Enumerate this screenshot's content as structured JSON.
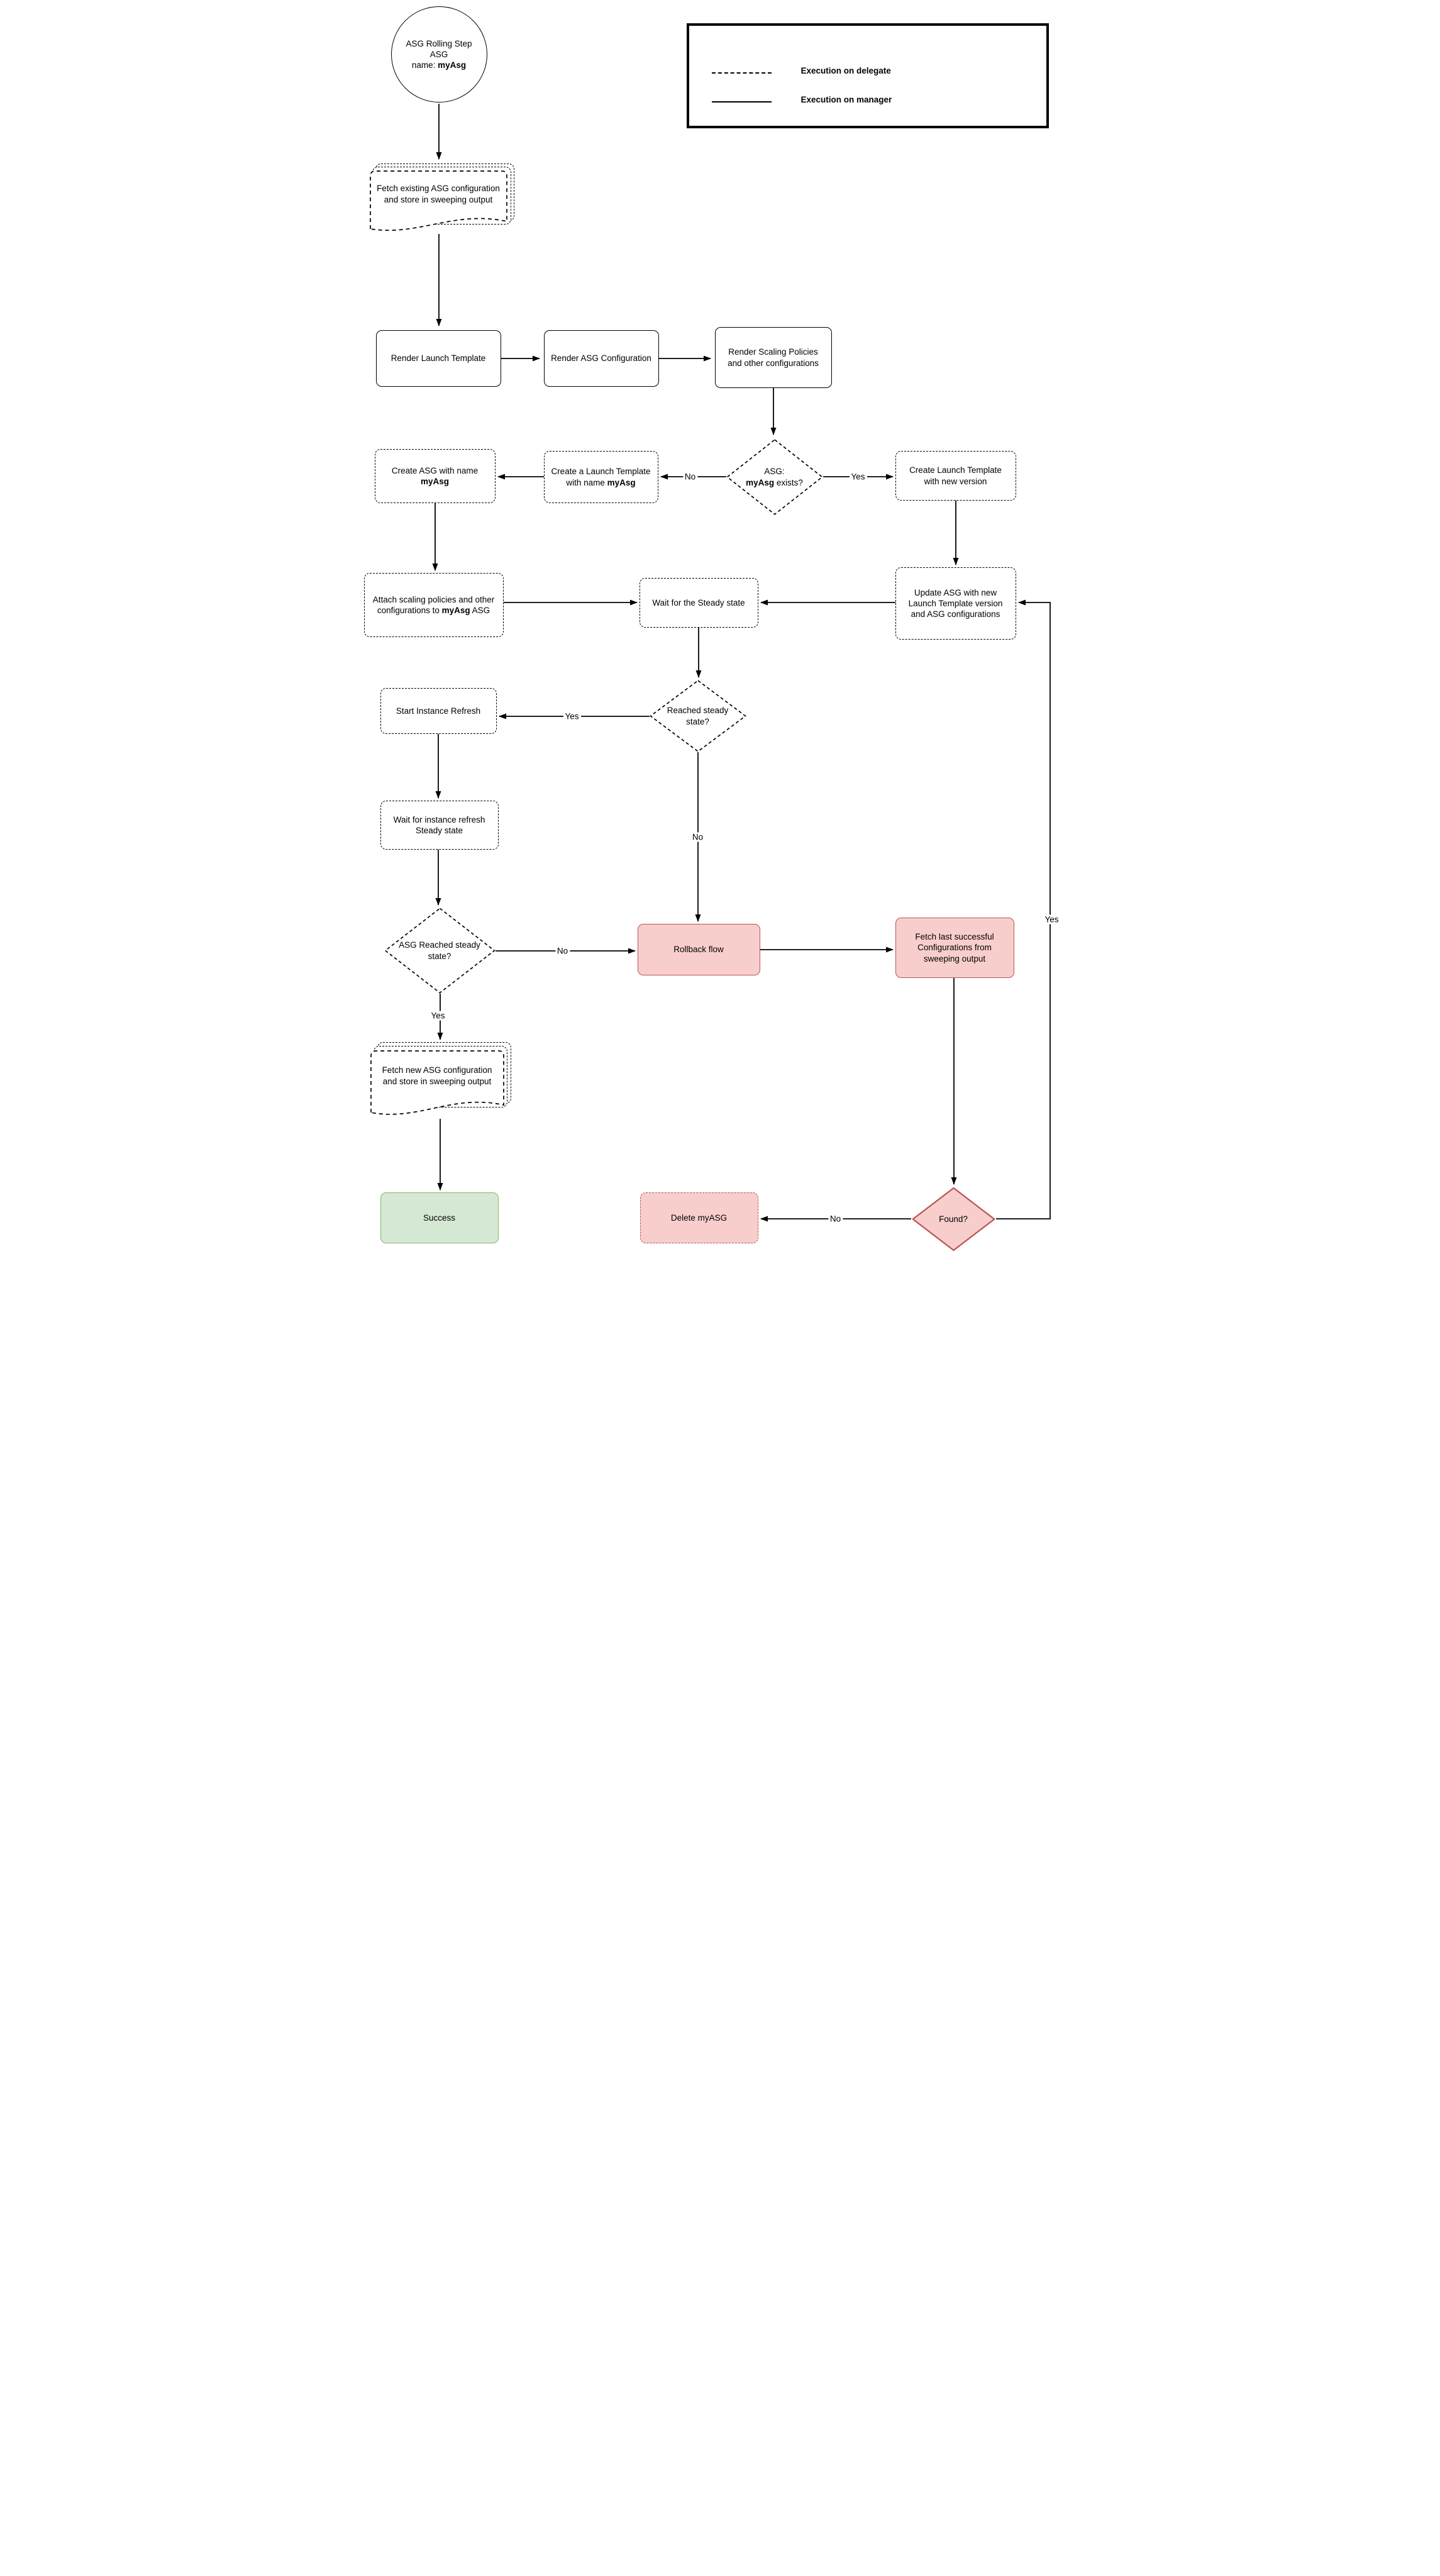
{
  "legend": {
    "items": [
      {
        "style": "dashed",
        "label": "Execution on delegate"
      },
      {
        "style": "solid",
        "label": "Execution on manager"
      }
    ]
  },
  "nodes": {
    "start": {
      "line1": "ASG Rolling Step",
      "line2": "ASG",
      "line3_prefix": "name: ",
      "line3_bold": "myAsg"
    },
    "fetch_existing": {
      "label": "Fetch existing ASG configuration and store in sweeping output"
    },
    "render_launch_template": {
      "label": "Render Launch Template"
    },
    "render_asg_configuration": {
      "label": "Render ASG Configuration"
    },
    "render_scaling_policies": {
      "label": "Render Scaling Policies and other configurations"
    },
    "asg_exists": {
      "line1": "ASG:",
      "bold": "myAsg",
      "suffix": " exists?"
    },
    "create_launch_template_named": {
      "prefix": "Create a Launch Template with name ",
      "bold": "myAsg"
    },
    "create_asg": {
      "prefix": "Create ASG with name ",
      "bold": "myAsg"
    },
    "create_launch_template_new_version": {
      "label": "Create Launch Template with new version"
    },
    "attach_scaling_policies": {
      "prefix": "Attach scaling policies and other configurations to ",
      "bold": "myAsg",
      "suffix": " ASG"
    },
    "wait_steady": {
      "label": "Wait for the Steady state"
    },
    "update_asg": {
      "label": "Update ASG with new Launch Template version and ASG configurations"
    },
    "reached_steady": {
      "label": "Reached steady state?"
    },
    "start_instance_refresh": {
      "label": "Start Instance Refresh"
    },
    "wait_instance_refresh": {
      "label": "Wait for instance refresh Steady state"
    },
    "asg_reached_steady": {
      "label": "ASG Reached steady state?"
    },
    "rollback": {
      "label": "Rollback flow"
    },
    "fetch_last_successful": {
      "label": "Fetch last successful Configurations from sweeping output"
    },
    "fetch_new": {
      "label": "Fetch new ASG configuration and store in sweeping output"
    },
    "success": {
      "label": "Success"
    },
    "delete_myasg": {
      "label": "Delete myASG"
    },
    "found": {
      "label": "Found?"
    }
  },
  "edge_labels": {
    "asg_exists_no": "No",
    "asg_exists_yes": "Yes",
    "reached_steady_yes": "Yes",
    "reached_steady_no": "No",
    "asg_reached_no": "No",
    "asg_reached_yes": "Yes",
    "found_no": "No",
    "found_yes": "Yes"
  },
  "colors": {
    "danger_fill": "#f8cecc",
    "danger_border": "#b85450",
    "success_fill": "#d5e8d4",
    "success_border": "#82b366",
    "line": "#000000"
  }
}
